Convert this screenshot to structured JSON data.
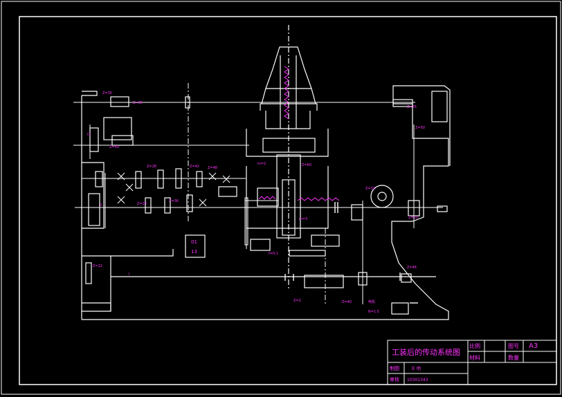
{
  "colors": {
    "background": "#000000",
    "line": "#ffffff",
    "label": "#ff33ff",
    "frame": "#ffffff",
    "title_block_text": "#ff33ff"
  },
  "title_block": {
    "drawing_title": "工装后的传动系统图",
    "scale_label": "比例",
    "material_label": "材料",
    "count_label": "图号",
    "quantity_label": "数量",
    "sheet_size": "A3",
    "drawn_label": "制图",
    "drawn_by": "王 明",
    "checked_label": "审核",
    "checked_value": "10301343"
  },
  "component_labels": {
    "top_left_gear": "Z=30",
    "gear_pair_left": "Z=35",
    "gear_pair_left2": "Z=40",
    "shaft_I": "I",
    "shaft_II": "II",
    "shaft_III": "III",
    "mid_gear_a": "Z=28",
    "mid_gear_b": "Z=36",
    "mid_gear_c": "Z=42",
    "mid_gear_d": "Z=24",
    "mid_gear_e": "Z=48",
    "spindle_worm": "m=2",
    "spindle_wheel": "Z=60",
    "rack_label": "m=3",
    "right_gear_top": "Z=25",
    "right_gear_top2": "Z=50",
    "right_motor": "Z=32",
    "right_cam": "Z=20",
    "lower_left_gear": "Z=22",
    "lower_right_gear": "Z=46",
    "bottom_worm": "Z=2",
    "bottom_wheel": "Z=40",
    "motor_label": "电机",
    "bottom_motor": "N=1.5",
    "feed_label": "f=0.1",
    "control_box_top": "01",
    "control_box_bottom": "13"
  }
}
